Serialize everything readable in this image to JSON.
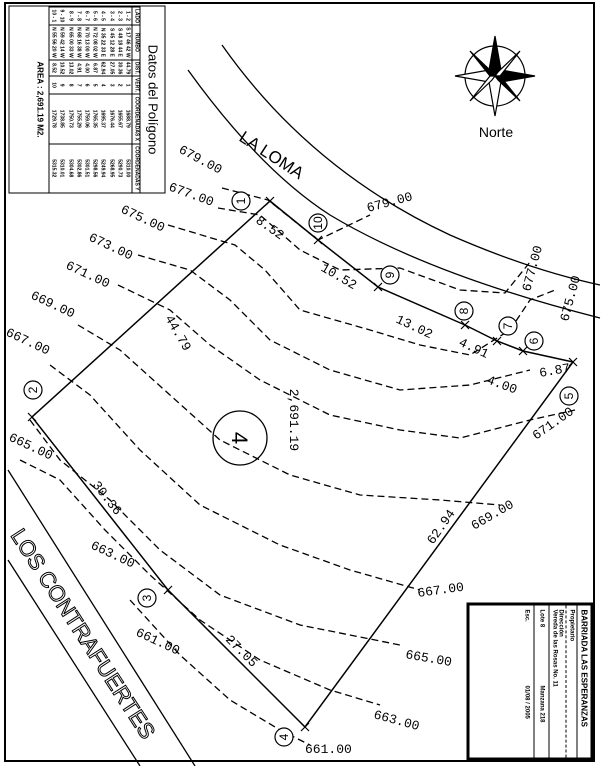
{
  "polygon_table": {
    "title": "Datos del Polígono",
    "headers": [
      "LADO",
      "RUMBO",
      "DIST.",
      "VERT.",
      "COORDENADAS X",
      "COORDENADAS Y"
    ],
    "rows": [
      [
        "1 - 2",
        "S 17 46 42 W",
        "44.79",
        "1",
        "1688.79",
        "5310.00"
      ],
      [
        "2 - 3",
        "S 48 18 44 E",
        "30.36",
        "2",
        "1655.67",
        "5290.73"
      ],
      [
        "3 - 4",
        "S 45 12 28 E",
        "27.05",
        "3",
        "1676.44",
        "5268.95"
      ],
      [
        "4 - 5",
        "N 35 22 33 E",
        "62.94",
        "4",
        "1695.37",
        "5249.94"
      ],
      [
        "5 - 6",
        "N 72 08 02 W",
        "6.87",
        "5",
        "1765.35",
        "5298.56"
      ],
      [
        "6 - 7",
        "N 70 13 00 W",
        "4.00",
        "6",
        "1759.06",
        "5301.51"
      ],
      [
        "7 - 8",
        "N 68 16 38 W",
        "4.91",
        "7",
        "1755.29",
        "5302.86"
      ],
      [
        "8 - 9",
        "N 65 00 33 W",
        "13.02",
        "8",
        "1750.73",
        "5304.68"
      ],
      [
        "9 - 10",
        "N 59 42 14 W",
        "10.52",
        "9",
        "1738.85",
        "5310.01"
      ],
      [
        "10 - 1",
        "N 55 56 20 W",
        "8.52",
        "10",
        "1729.78",
        "5315.32"
      ]
    ],
    "area": "AREA : 2,691.19 M2."
  },
  "north_label": "Norte",
  "roads": [
    "LA LOMA",
    "LOS CONTRAFUERTES"
  ],
  "lot_number": "4",
  "area_label": "2,691.19",
  "vertices": [
    "1",
    "2",
    "3",
    "4",
    "5",
    "6",
    "7",
    "8",
    "9",
    "10"
  ],
  "distances": [
    "44.79",
    "30.36",
    "27.05",
    "62.94",
    "6.87",
    "4.00",
    "4.91",
    "13.02",
    "10.52",
    "8.52"
  ],
  "contours": [
    "679.00",
    "677.00",
    "675.00",
    "673.00",
    "671.00",
    "669.00",
    "667.00",
    "665.00",
    "663.00",
    "661.00",
    "679.00",
    "677.00",
    "675.00",
    "671.00",
    "669.00",
    "667.00",
    "665.00",
    "663.00",
    "661.00"
  ],
  "title_block": {
    "project": "BARRIADA LAS ESPERANZAS",
    "owner_label": "Propietario",
    "address_label": "Dirección",
    "address": "Vereda de las Rosas No. 11",
    "lot": "Lote 8",
    "block": "Manzana 218",
    "scale_label": "Esc.",
    "date": "01/08 / 2005"
  }
}
